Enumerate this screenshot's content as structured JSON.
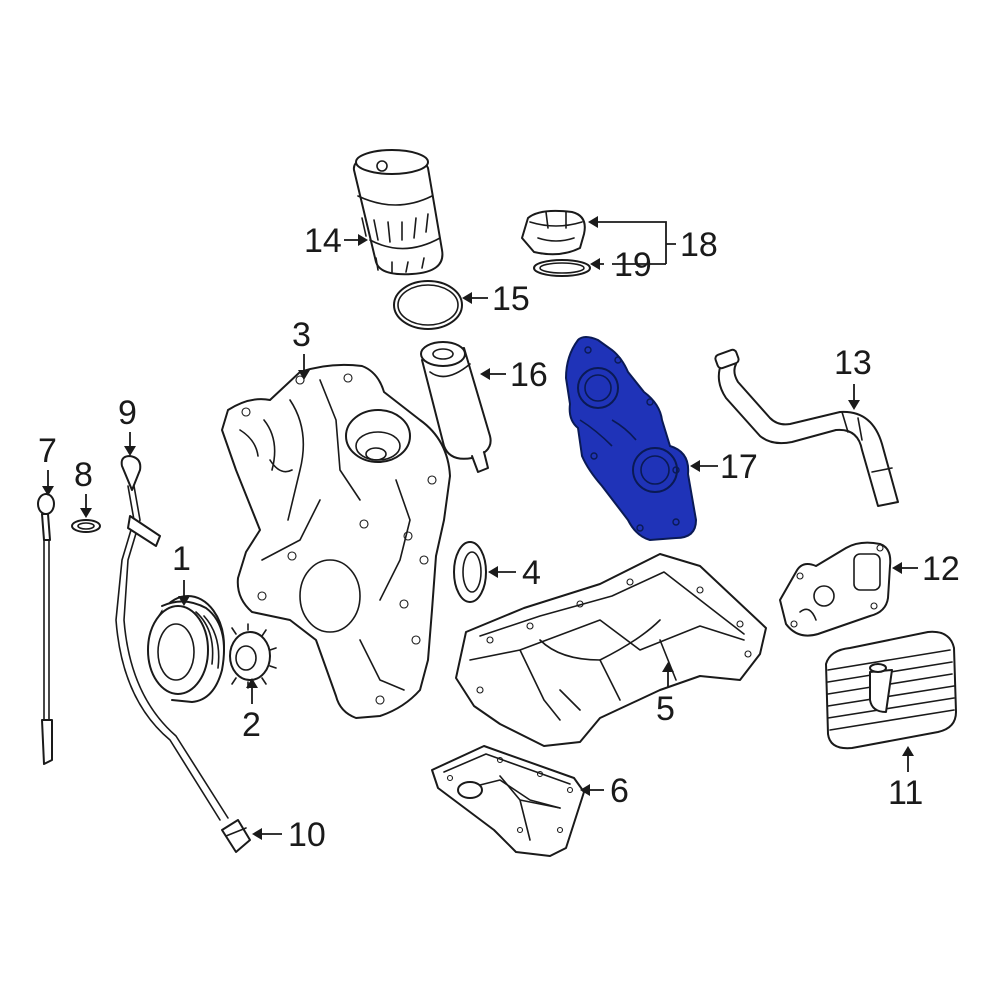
{
  "highlight_color": "#1f33b8",
  "callouts": {
    "c1": "1",
    "c2": "2",
    "c3": "3",
    "c4": "4",
    "c5": "5",
    "c6": "6",
    "c7": "7",
    "c8": "8",
    "c9": "9",
    "c10": "10",
    "c11": "11",
    "c12": "12",
    "c13": "13",
    "c14": "14",
    "c15": "15",
    "c16": "16",
    "c17": "17",
    "c18": "18",
    "c19": "19"
  }
}
